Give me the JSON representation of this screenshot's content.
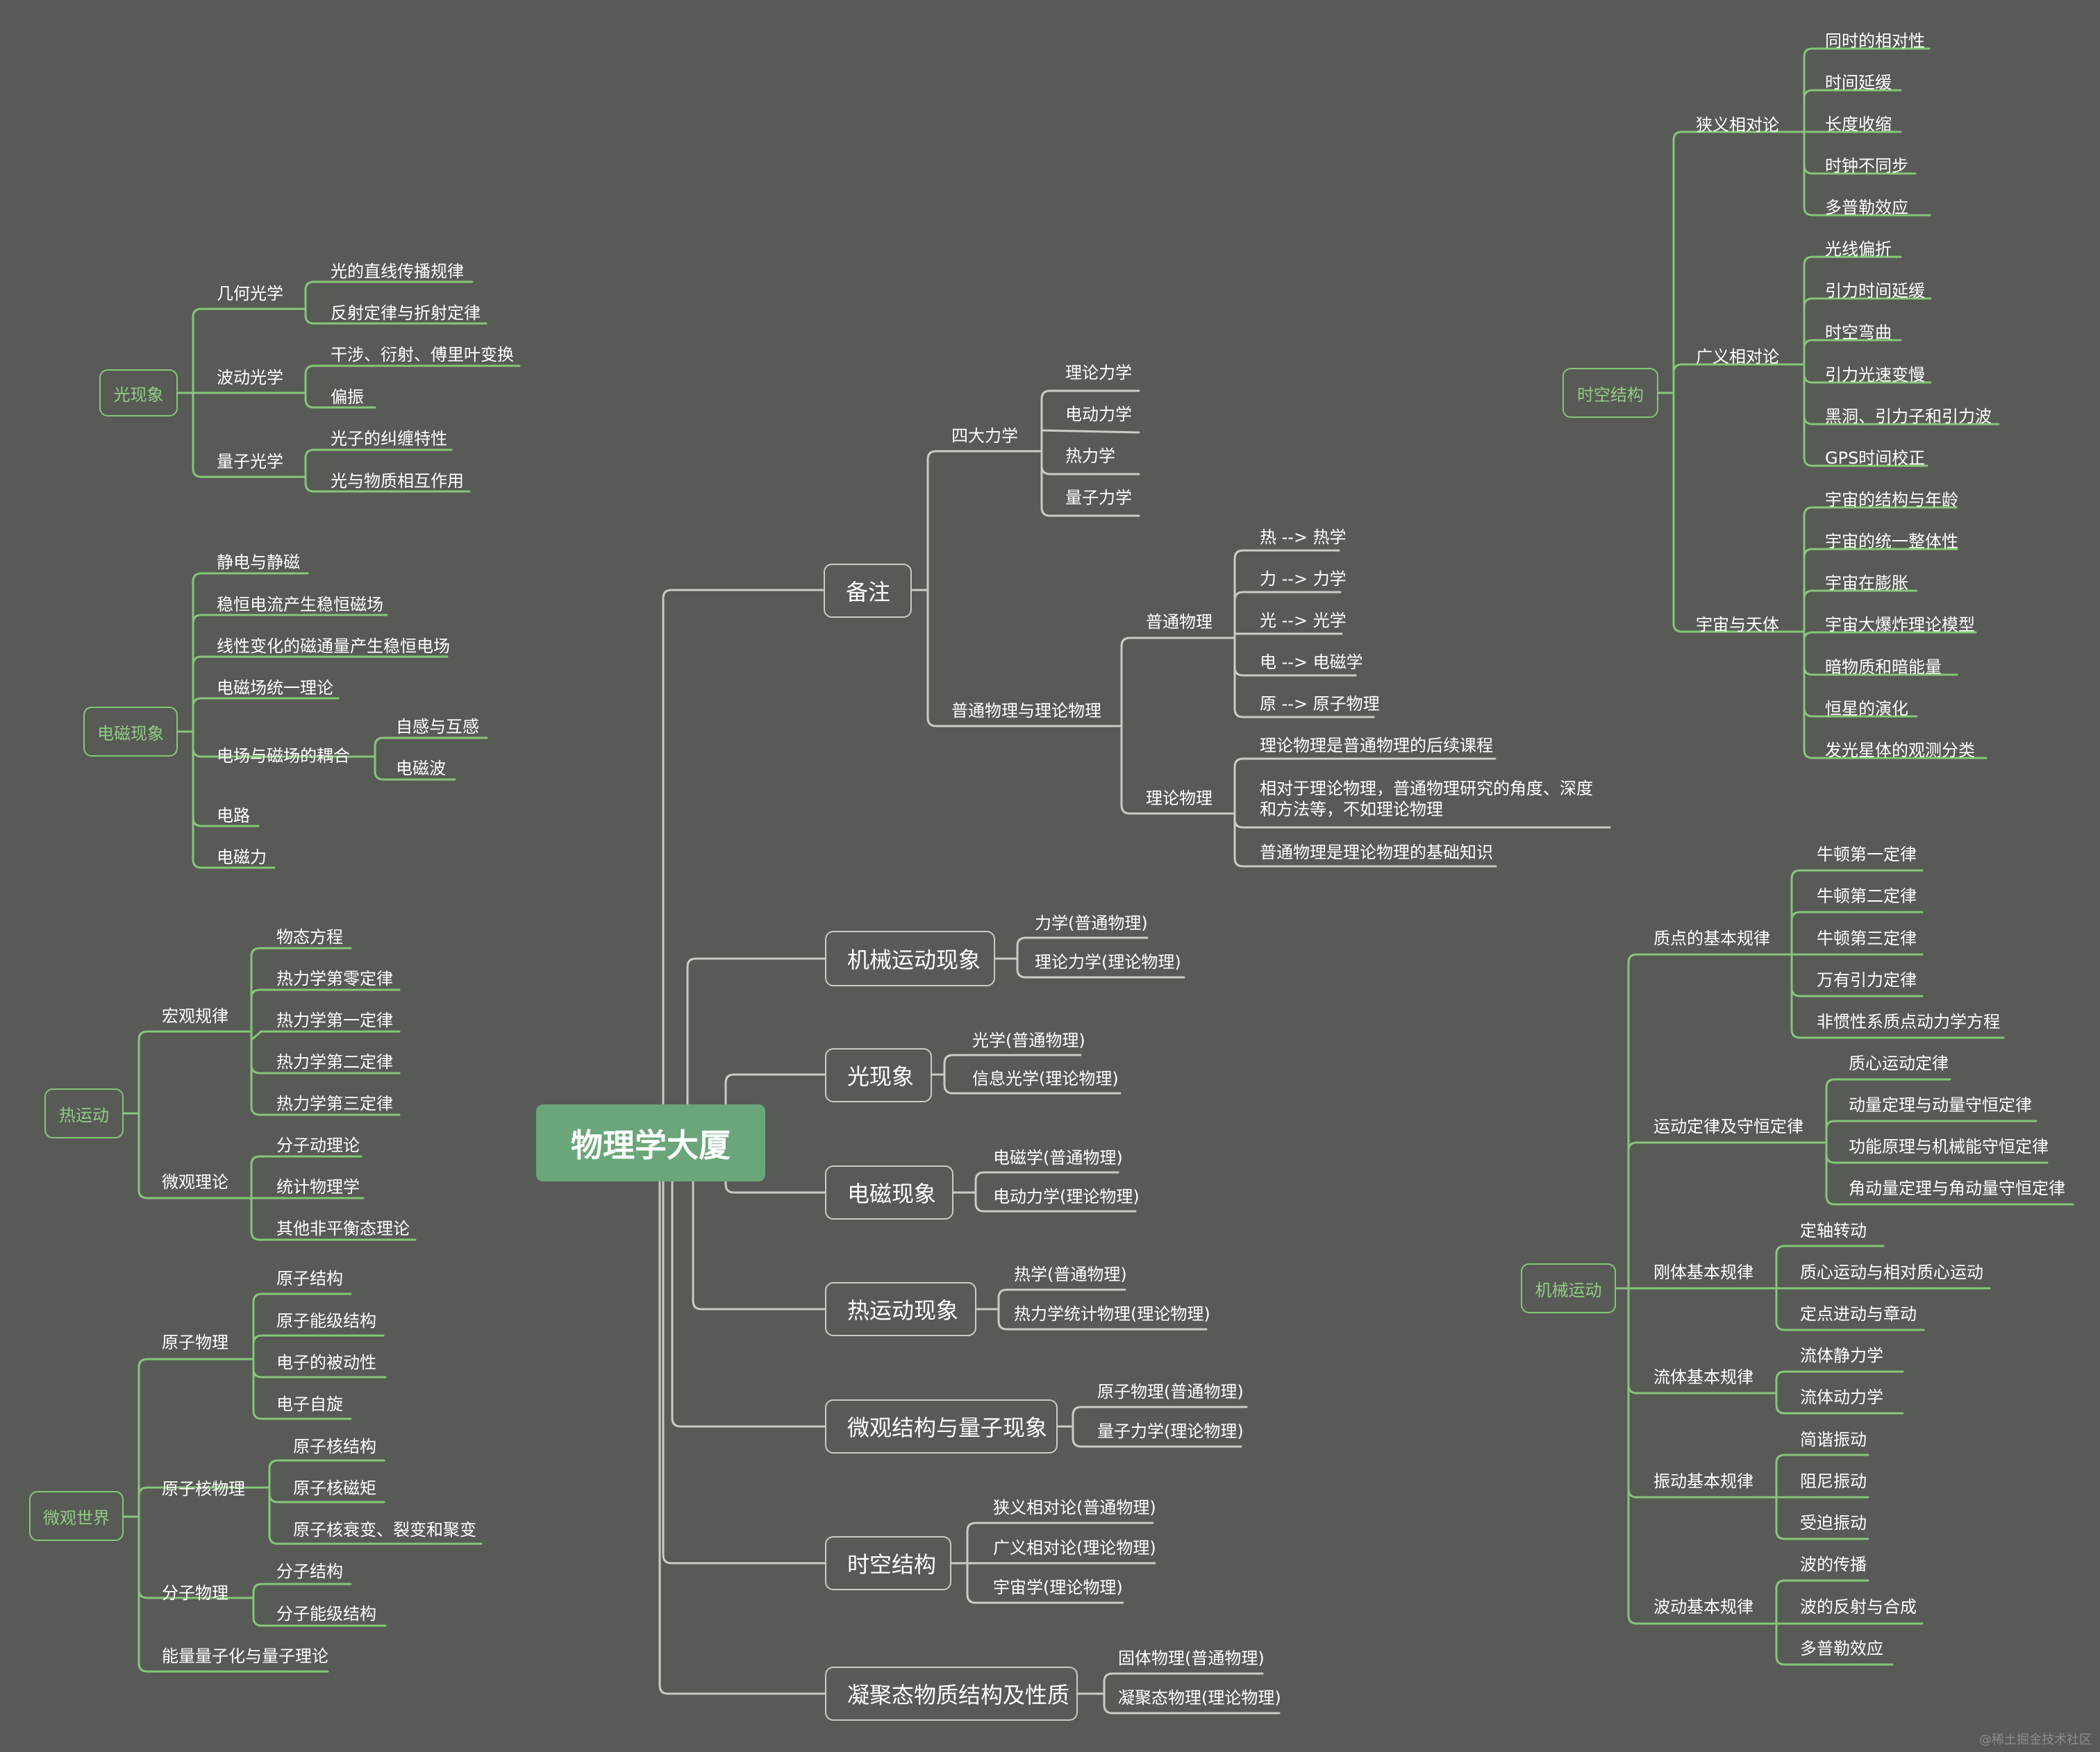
{
  "title": "物理学大厦",
  "watermark": "@稀土掘金技术社区",
  "colors": {
    "background": "#585a56",
    "root": "#6aa67a",
    "accent_green": "#86c57a",
    "gray_line": "#c8ccc4",
    "text": "#ffffff"
  },
  "center": {
    "notes": {
      "label": "备注",
      "four_mechanics": {
        "label": "四大力学",
        "items": [
          "理论力学",
          "电动力学",
          "热力学",
          "量子力学"
        ]
      },
      "general_vs_theory": {
        "label": "普通物理与理论物理",
        "general": {
          "label": "普通物理",
          "items": [
            "热 --> 热学",
            "力 --> 力学",
            "光 --> 光学",
            "电 --> 电磁学",
            "原 --> 原子物理"
          ]
        },
        "theory": {
          "label": "理论物理",
          "items": [
            "理论物理是普通物理的后续课程",
            "相对于理论物理，普通物理研究的角度、深度和方法等，不如理论物理",
            "普通物理是理论物理的基础知识"
          ]
        }
      }
    },
    "branches": [
      {
        "label": "机械运动现象",
        "items": [
          "力学(普通物理)",
          "理论力学(理论物理)"
        ]
      },
      {
        "label": "光现象",
        "items": [
          "光学(普通物理)",
          "信息光学(理论物理)"
        ]
      },
      {
        "label": "电磁现象",
        "items": [
          "电磁学(普通物理)",
          "电动力学(理论物理)"
        ]
      },
      {
        "label": "热运动现象",
        "items": [
          "热学(普通物理)",
          "热力学统计物理(理论物理)"
        ]
      },
      {
        "label": "微观结构与量子现象",
        "items": [
          "原子物理(普通物理)",
          "量子力学(理论物理)"
        ]
      },
      {
        "label": "时空结构",
        "items": [
          "狭义相对论(普通物理)",
          "广义相对论(理论物理)",
          "宇宙学(理论物理)"
        ]
      },
      {
        "label": "凝聚态物质结构及性质",
        "items": [
          "固体物理(普通物理)",
          "凝聚态物理(理论物理)"
        ]
      }
    ]
  },
  "left": {
    "optics": {
      "label": "光现象",
      "groups": [
        {
          "label": "几何光学",
          "items": [
            "光的直线传播规律",
            "反射定律与折射定律"
          ]
        },
        {
          "label": "波动光学",
          "items": [
            "干涉、衍射、傅里叶变换",
            "偏振"
          ]
        },
        {
          "label": "量子光学",
          "items": [
            "光子的纠缠特性",
            "光与物质相互作用"
          ]
        }
      ]
    },
    "em": {
      "label": "电磁现象",
      "items": [
        "静电与静磁",
        "稳恒电流产生稳恒磁场",
        "线性变化的磁通量产生稳恒电场",
        "电磁场统一理论",
        "电场与磁场的耦合",
        "电路",
        "电磁力"
      ],
      "coupling": [
        "自感与互感",
        "电磁波"
      ]
    },
    "thermal": {
      "label": "热运动",
      "groups": [
        {
          "label": "宏观规律",
          "items": [
            "物态方程",
            "热力学第零定律",
            "热力学第一定律",
            "热力学第二定律",
            "热力学第三定律"
          ]
        },
        {
          "label": "微观理论",
          "items": [
            "分子动理论",
            "统计物理学",
            "其他非平衡态理论"
          ]
        }
      ]
    },
    "micro": {
      "label": "微观世界",
      "groups": [
        {
          "label": "原子物理",
          "items": [
            "原子结构",
            "原子能级结构",
            "电子的被动性",
            "电子自旋"
          ]
        },
        {
          "label": "原子核物理",
          "items": [
            "原子核结构",
            "原子核磁矩",
            "原子核衰变、裂变和聚变"
          ]
        },
        {
          "label": "分子物理",
          "items": [
            "分子结构",
            "分子能级结构"
          ]
        },
        {
          "label": "能量量子化与量子理论",
          "items": []
        }
      ]
    }
  },
  "right": {
    "spacetime": {
      "label": "时空结构",
      "groups": [
        {
          "label": "狭义相对论",
          "items": [
            "同时的相对性",
            "时间延缓",
            "长度收缩",
            "时钟不同步",
            "多普勒效应"
          ]
        },
        {
          "label": "广义相对论",
          "items": [
            "光线偏折",
            "引力时间延缓",
            "时空弯曲",
            "引力光速变慢",
            "黑洞、引力子和引力波",
            "GPS时间校正"
          ]
        },
        {
          "label": "宇宙与天体",
          "items": [
            "宇宙的结构与年龄",
            "宇宙的统一整体性",
            "宇宙在膨胀",
            "宇宙大爆炸理论模型",
            "暗物质和暗能量",
            "恒星的演化",
            "发光星体的观测分类"
          ]
        }
      ]
    },
    "mechanics": {
      "label": "机械运动",
      "groups": [
        {
          "label": "质点的基本规律",
          "items": [
            "牛顿第一定律",
            "牛顿第二定律",
            "牛顿第三定律",
            "万有引力定律",
            "非惯性系质点动力学方程"
          ]
        },
        {
          "label": "运动定律及守恒定律",
          "items": [
            "质心运动定律",
            "动量定理与动量守恒定律",
            "功能原理与机械能守恒定律",
            "角动量定理与角动量守恒定律"
          ]
        },
        {
          "label": "刚体基本规律",
          "items": [
            "定轴转动",
            "质心运动与相对质心运动",
            "定点进动与章动"
          ]
        },
        {
          "label": "流体基本规律",
          "items": [
            "流体静力学",
            "流体动力学"
          ]
        },
        {
          "label": "振动基本规律",
          "items": [
            "简谐振动",
            "阻尼振动",
            "受迫振动"
          ]
        },
        {
          "label": "波动基本规律",
          "items": [
            "波的传播",
            "波的反射与合成",
            "多普勒效应"
          ]
        }
      ]
    }
  }
}
